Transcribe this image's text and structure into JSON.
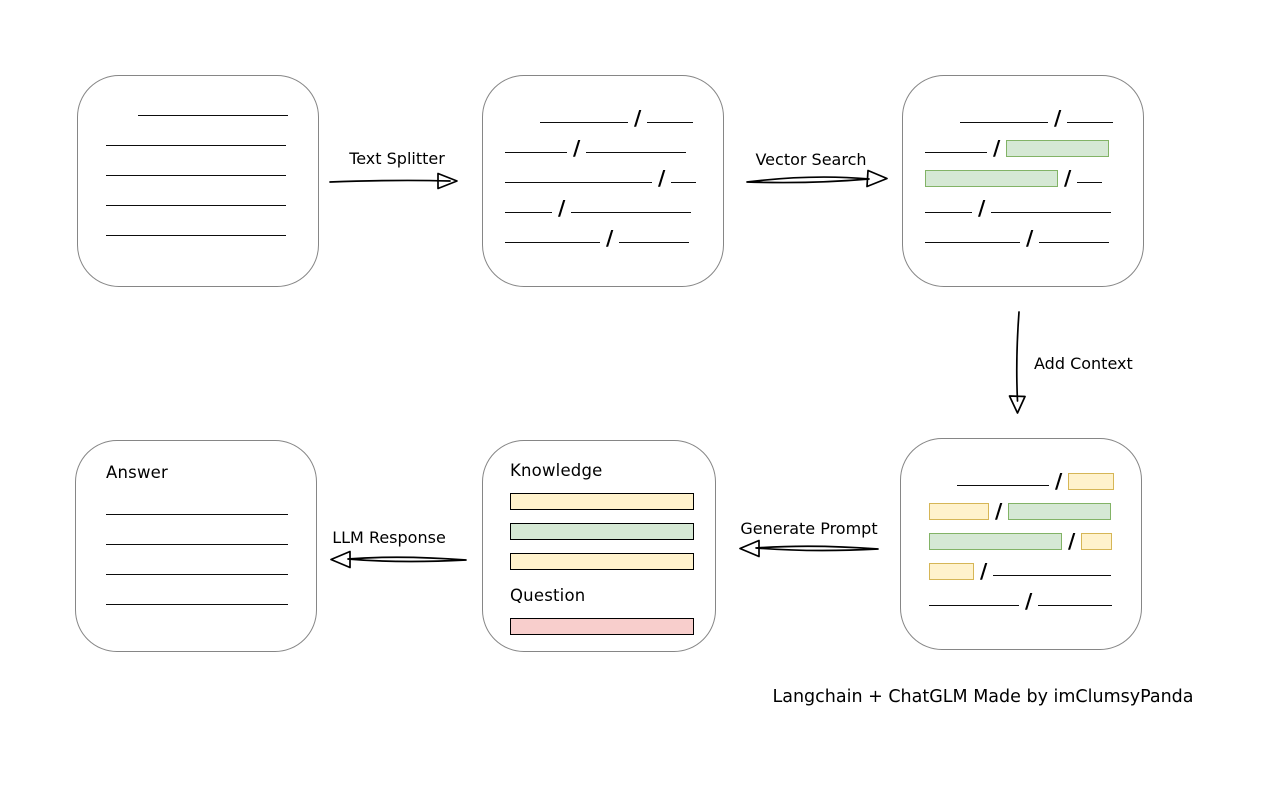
{
  "caption": "Langchain + ChatGLM Made by imClumsyPanda",
  "slash_char": "/",
  "arrows": {
    "text_splitter": {
      "label": "Text Splitter",
      "direction": "right"
    },
    "vector_search": {
      "label": "Vector Search",
      "direction": "right"
    },
    "add_context": {
      "label": "Add Context",
      "direction": "down"
    },
    "generate_prompt": {
      "label": "Generate Prompt",
      "direction": "left"
    },
    "llm_response": {
      "label": "LLM Response",
      "direction": "left"
    }
  },
  "colors": {
    "green_fill": "#d5e8d4",
    "green_stroke": "#82b366",
    "yellow_fill": "#fff2cc",
    "yellow_stroke": "#d6b656",
    "red_fill": "#f8cecc",
    "red_stroke": "#b85450",
    "node_stroke": "#868686",
    "ink": "#000000",
    "background": "#ffffff"
  },
  "boxes": {
    "document": {
      "rows": [
        [
          {
            "t": "line",
            "w": 150,
            "ml": 32
          }
        ],
        [
          {
            "t": "line",
            "w": 180
          }
        ],
        [
          {
            "t": "line",
            "w": 180
          }
        ],
        [
          {
            "t": "line",
            "w": 180
          }
        ],
        [
          {
            "t": "line",
            "w": 180
          }
        ]
      ]
    },
    "split_text": {
      "rows": [
        [
          {
            "t": "line",
            "w": 88,
            "ml": 35
          },
          {
            "t": "slash"
          },
          {
            "t": "line",
            "w": 46
          }
        ],
        [
          {
            "t": "line",
            "w": 62
          },
          {
            "t": "slash"
          },
          {
            "t": "line",
            "w": 100
          }
        ],
        [
          {
            "t": "line",
            "w": 147
          },
          {
            "t": "slash"
          },
          {
            "t": "line",
            "w": 25
          }
        ],
        [
          {
            "t": "line",
            "w": 47
          },
          {
            "t": "slash"
          },
          {
            "t": "line",
            "w": 120
          }
        ],
        [
          {
            "t": "line",
            "w": 95
          },
          {
            "t": "slash"
          },
          {
            "t": "line",
            "w": 70
          }
        ]
      ]
    },
    "search_results": {
      "rows": [
        [
          {
            "t": "line",
            "w": 88,
            "ml": 35
          },
          {
            "t": "slash"
          },
          {
            "t": "line",
            "w": 46
          }
        ],
        [
          {
            "t": "line",
            "w": 62
          },
          {
            "t": "slash"
          },
          {
            "t": "chip",
            "c": "green",
            "w": 103
          }
        ],
        [
          {
            "t": "chip",
            "c": "green",
            "w": 133
          },
          {
            "t": "slash"
          },
          {
            "t": "line",
            "w": 25
          }
        ],
        [
          {
            "t": "line",
            "w": 47
          },
          {
            "t": "slash"
          },
          {
            "t": "line",
            "w": 120
          }
        ],
        [
          {
            "t": "line",
            "w": 95
          },
          {
            "t": "slash"
          },
          {
            "t": "line",
            "w": 70
          }
        ]
      ]
    },
    "context": {
      "rows": [
        [
          {
            "t": "line",
            "w": 92,
            "ml": 28
          },
          {
            "t": "slash"
          },
          {
            "t": "chip",
            "c": "yellow",
            "w": 46
          }
        ],
        [
          {
            "t": "chip",
            "c": "yellow",
            "w": 60
          },
          {
            "t": "slash"
          },
          {
            "t": "chip",
            "c": "green",
            "w": 103
          }
        ],
        [
          {
            "t": "chip",
            "c": "green",
            "w": 133
          },
          {
            "t": "slash"
          },
          {
            "t": "chip",
            "c": "yellow",
            "w": 31
          }
        ],
        [
          {
            "t": "chip",
            "c": "yellow",
            "w": 45
          },
          {
            "t": "slash"
          },
          {
            "t": "line",
            "w": 118
          }
        ],
        [
          {
            "t": "line",
            "w": 90
          },
          {
            "t": "slash"
          },
          {
            "t": "line",
            "w": 74
          }
        ]
      ]
    },
    "prompt": {
      "knowledge_label": "Knowledge",
      "question_label": "Question",
      "knowledge_bars": [
        "yellow",
        "green",
        "yellow"
      ],
      "question_bars": [
        "red"
      ]
    },
    "answer": {
      "label": "Answer",
      "rows": [
        [
          {
            "t": "line",
            "w": 182
          }
        ],
        [
          {
            "t": "line",
            "w": 182
          }
        ],
        [
          {
            "t": "line",
            "w": 182
          }
        ],
        [
          {
            "t": "line",
            "w": 182
          }
        ]
      ]
    }
  }
}
